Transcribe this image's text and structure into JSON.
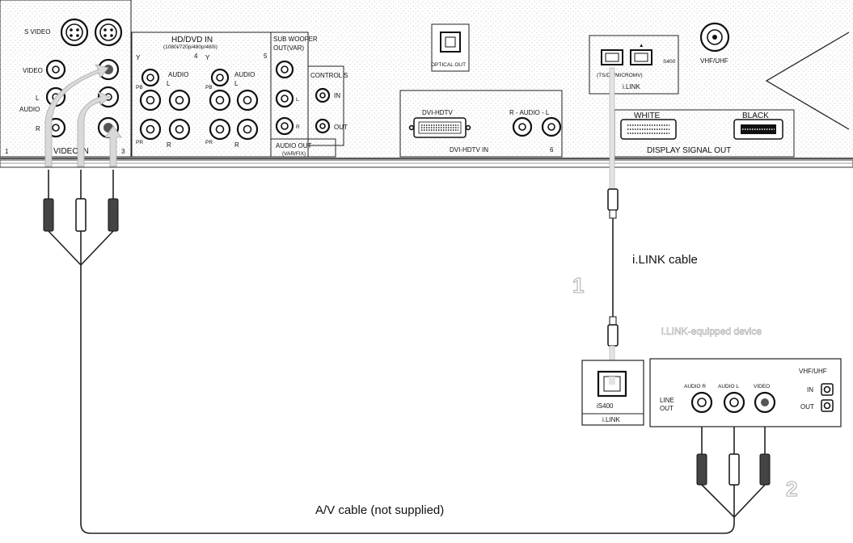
{
  "rear_panel": {
    "s_video": "S VIDEO",
    "video": "VIDEO",
    "audio": "AUDIO",
    "l": "L",
    "r": "R",
    "video_in": "VIDEO IN",
    "input_1": "1",
    "input_3": "3",
    "hddvd_in": "HD/DVD IN",
    "hddvd_formats": "(1080i/720p/480p/480i)",
    "input_4": "4",
    "input_5": "5",
    "y": "Y",
    "pb": "PB",
    "pr": "PR",
    "subwoofer": "SUB WOOFER",
    "subwoofer_out": "OUT(VAR)",
    "control_s": "CONTROL S",
    "in": "IN",
    "out": "OUT",
    "audio_out": "AUDIO OUT",
    "audio_out_mode": "(VAR/FIX)",
    "optical_out": "OPTICAL OUT",
    "dvi_hdtv": "DVI-HDTV",
    "r_audio_l": "R - AUDIO - L",
    "dvi_hdtv_in": "DVI-HDTV IN",
    "input_6": "6",
    "ilink_port_label": "(TS/DV/MICROMV)",
    "s400": "S400",
    "ilink": "i.LINK",
    "vhf_uhf": "VHF/UHF",
    "white": "WHITE",
    "black": "BLACK",
    "display_signal_out": "DISPLAY SIGNAL OUT"
  },
  "ilink_cable_label": "i.LINK cable",
  "step_1": "1",
  "step_2": "2",
  "device_title": "i.LINK-equipped device",
  "device": {
    "s400": "iS400",
    "ilink": "i.LINK",
    "line_out": "LINE OUT",
    "audio_r": "AUDIO R",
    "audio_l": "AUDIO L",
    "video": "VIDEO",
    "vhf_uhf": "VHF/UHF",
    "in": "IN",
    "out": "OUT"
  },
  "av_cable_label": "A/V cable (not supplied)"
}
